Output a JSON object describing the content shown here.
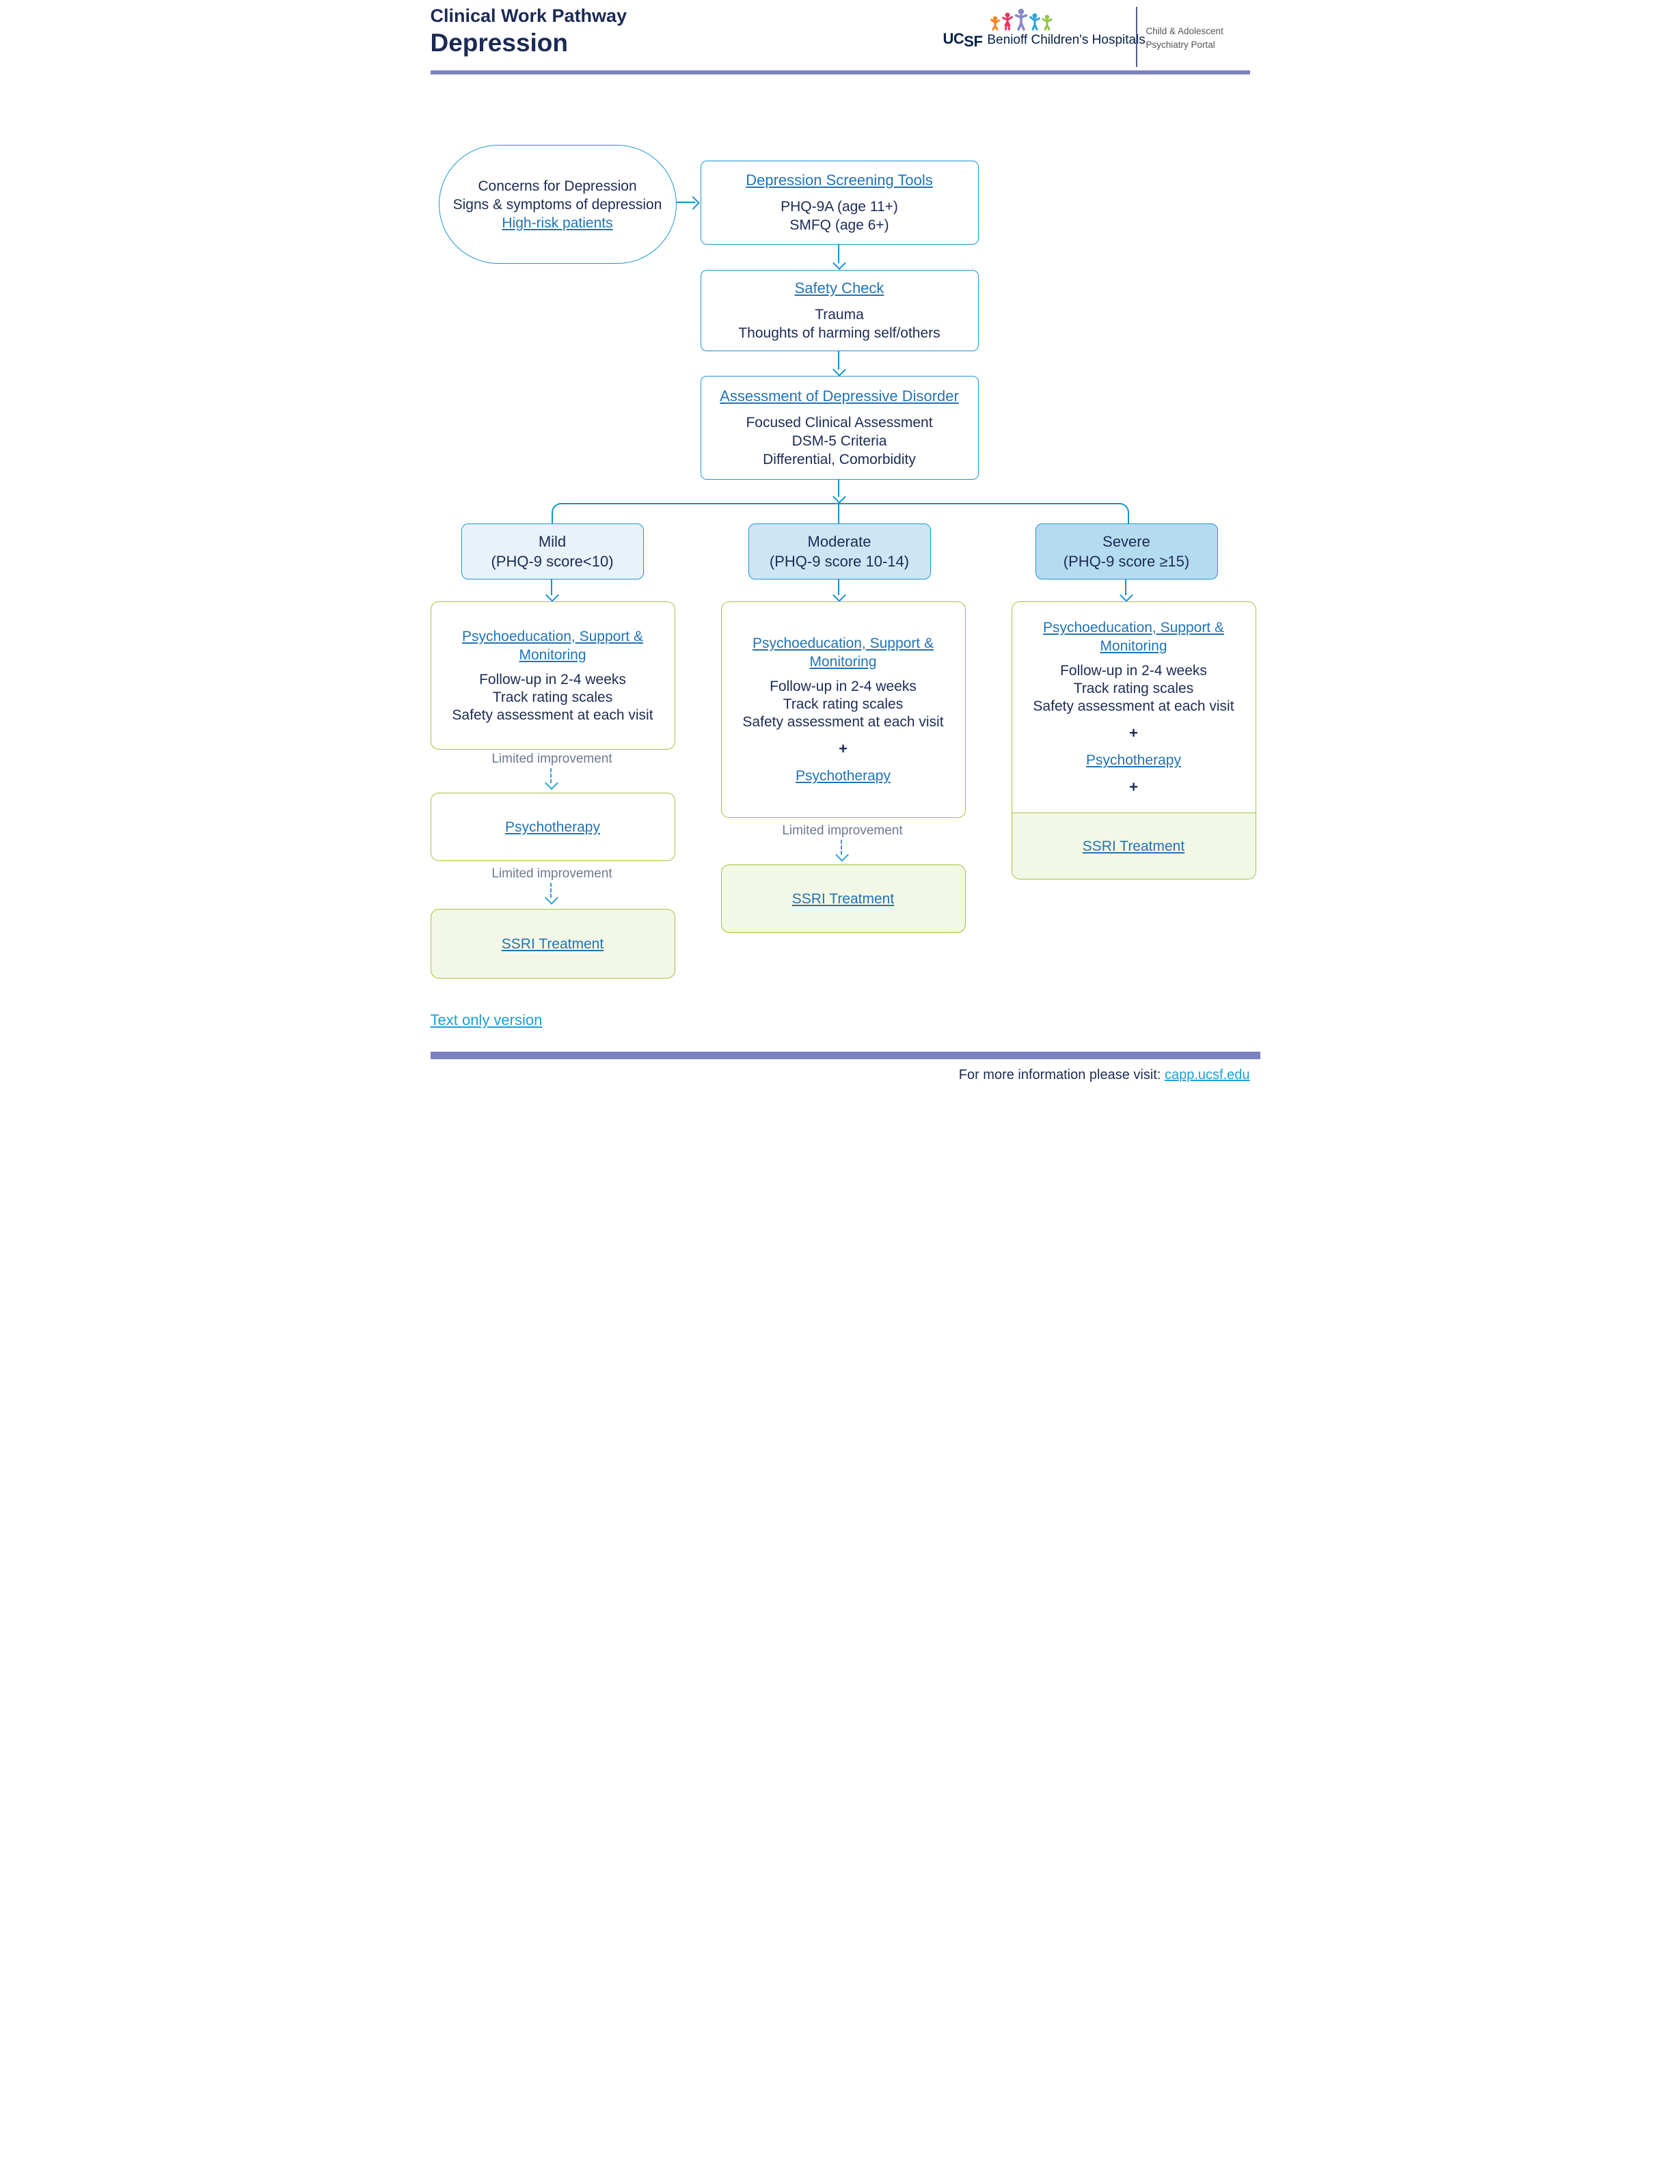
{
  "header": {
    "title": "Clinical Work Pathway",
    "subtitle": "Depression",
    "logo": {
      "ucsf_uc": "UC",
      "ucsf_sf": "SF",
      "name": "Benioff Children's Hospitals",
      "portal": [
        "Child & Adolescent",
        "Psychiatry Portal"
      ]
    }
  },
  "flow": {
    "entry": {
      "lines": [
        "Concerns for Depression",
        "Signs & symptoms of depression"
      ],
      "link": "High-risk patients"
    },
    "screening": {
      "title": "Depression Screening Tools",
      "lines": [
        "PHQ-9A (age 11+)",
        "SMFQ (age 6+)"
      ]
    },
    "safety": {
      "title": "Safety Check",
      "lines": [
        "Trauma",
        "Thoughts of harming self/others"
      ]
    },
    "assessment": {
      "title": "Assessment of Depressive Disorder",
      "lines": [
        "Focused Clinical Assessment",
        "DSM-5 Criteria",
        "Differential, Comorbidity"
      ]
    },
    "severity": {
      "mild": {
        "name": "Mild",
        "score": "(PHQ-9 score<10)"
      },
      "moderate": {
        "name": "Moderate",
        "score": "(PHQ-9 score 10-14)"
      },
      "severe": {
        "name": "Severe",
        "score": "(PHQ-9 score ≥15)"
      }
    },
    "psm_title": "Psychoeducation, Support & Monitoring",
    "psm_lines": [
      "Follow-up in 2-4 weeks",
      "Track rating scales",
      "Safety assessment at each visit"
    ],
    "plus": "+",
    "psychotherapy": "Psychotherapy",
    "ssri": "SSRI Treatment",
    "limited": "Limited improvement"
  },
  "footer": {
    "text_only": "Text only version",
    "info_prefix": "For more information please visit: ",
    "info_link": "capp.ucsf.edu"
  },
  "colors": {
    "navy_text": "#1b2b55",
    "link_blue": "#2273b4",
    "bright_link_blue": "#1b9fd9",
    "line_blue": "#1790d0",
    "dashed_blue": "#29a3d8",
    "green_border": "#a2c43e",
    "green_fill": "#f3f7e6",
    "mild_fill": "#e9f2fa",
    "moderate_fill": "#cde6f5",
    "severe_fill": "#b5dbf1",
    "purple_bar": "#7c81bf",
    "gray_label": "#6e7891",
    "logo_navy": "#052049",
    "portal_gray": "#55565b",
    "figure_orange": "#f58220",
    "figure_pink": "#e8355e",
    "figure_purple": "#8686c9",
    "figure_blue": "#29a3dc",
    "figure_green": "#8dc63f"
  }
}
